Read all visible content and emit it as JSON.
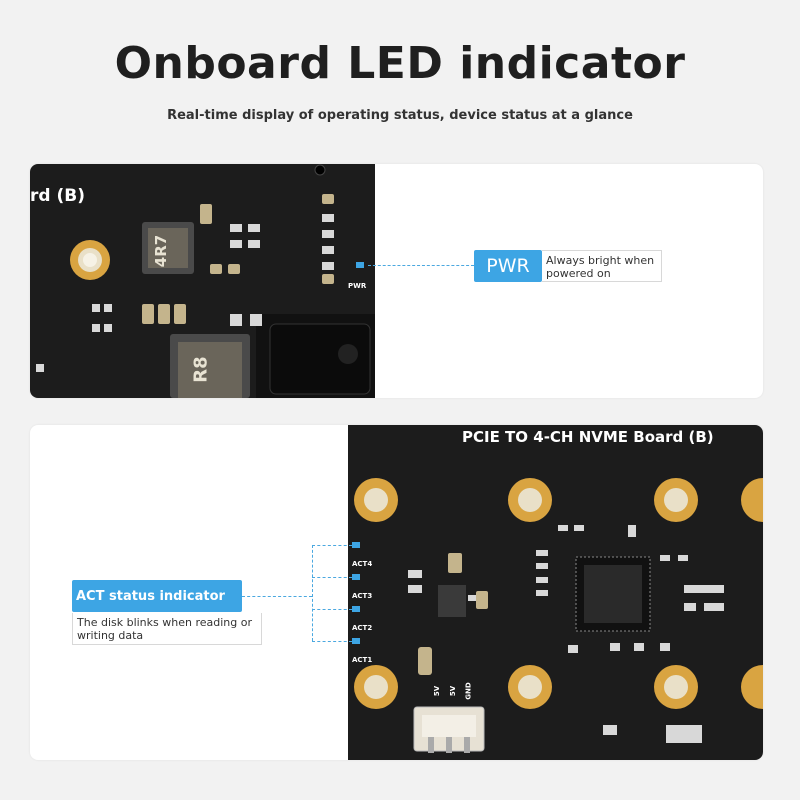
{
  "header": {
    "title": "Onboard LED indicator",
    "subtitle": "Real-time display of operating status, device status at a glance"
  },
  "top_panel": {
    "board_label": "rd (B)",
    "pwr_silk": "PWR",
    "inductor_1": "4R7",
    "inductor_2": "R8",
    "callout": {
      "tag": "PWR",
      "description": "Always bright when powered on"
    }
  },
  "bottom_panel": {
    "board_label": "PCIE TO 4-CH NVME Board (B)",
    "act_labels": [
      "ACT4",
      "ACT3",
      "ACT2",
      "ACT1"
    ],
    "power_labels": [
      "5V",
      "5V",
      "GND"
    ],
    "callout": {
      "tag": "ACT status indicator",
      "description": "The disk blinks when reading or writing data"
    }
  },
  "colors": {
    "accent": "#3da5e4",
    "pcb": "#1c1c1c",
    "gold": "#d9a441"
  }
}
